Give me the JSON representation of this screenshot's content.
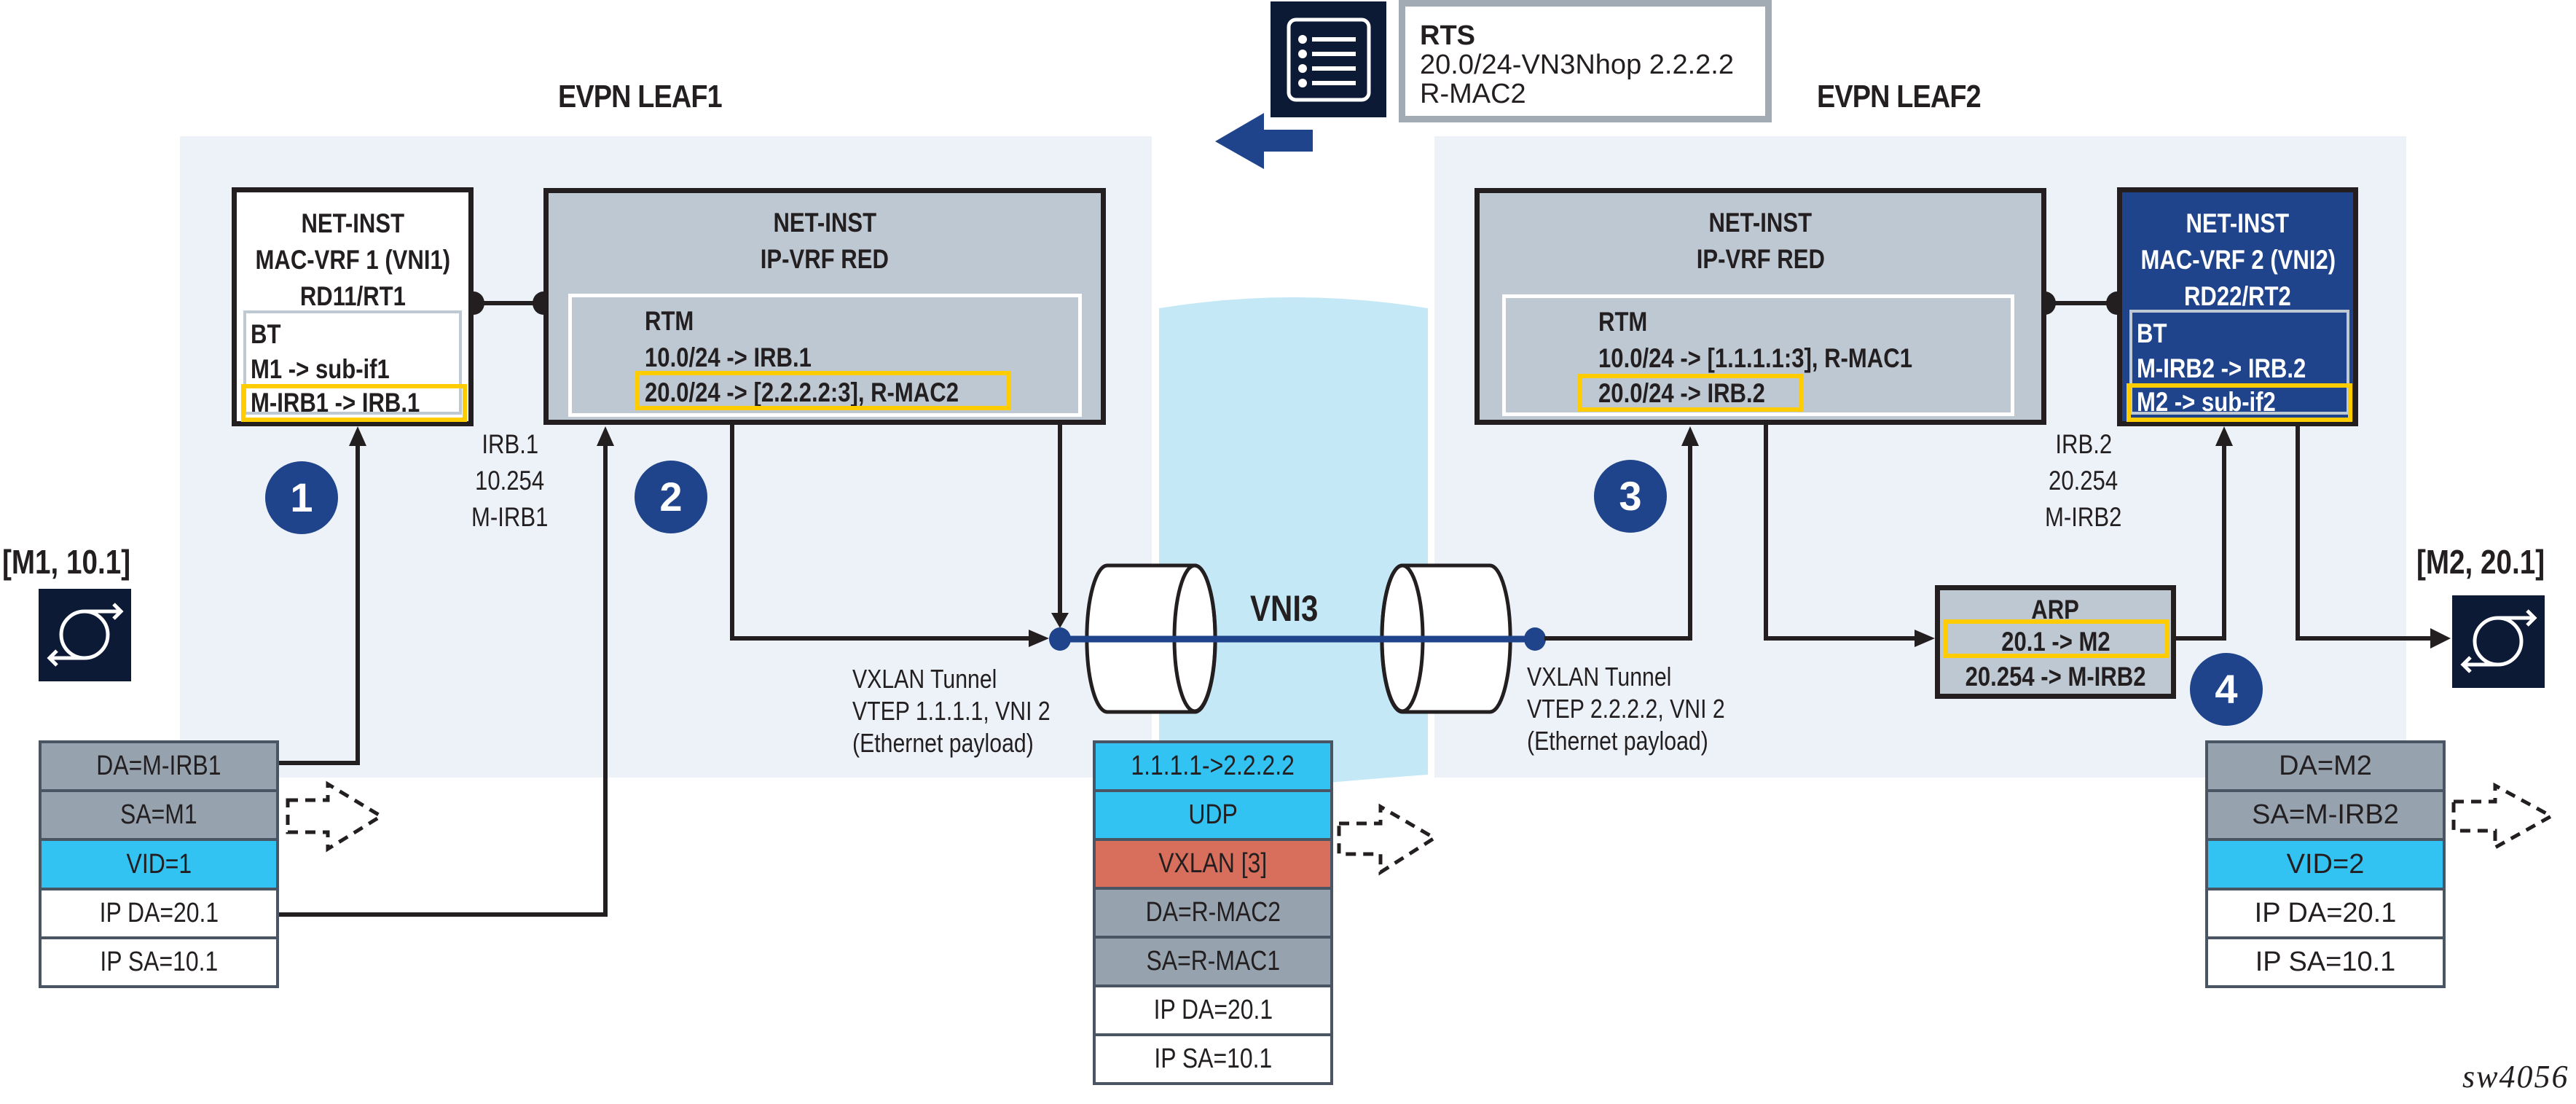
{
  "leaf1": {
    "title": "EVPN LEAF1",
    "mac_vrf": {
      "header": [
        "NET-INST",
        "MAC-VRF 1 (VNI1)",
        "RD11/RT1"
      ],
      "table_title": "BT",
      "entries": [
        "M1 -> sub-if1",
        "M-IRB1 -> IRB.1"
      ],
      "highlighted_entry": "M-IRB1 -> IRB.1"
    },
    "ip_vrf": {
      "header": [
        "NET-INST",
        "IP-VRF RED"
      ],
      "table_title": "RTM",
      "entries": [
        "10.0/24 -> IRB.1",
        "20.0/24 -> [2.2.2.2:3], R-MAC2"
      ],
      "highlighted_entry": "20.0/24 -> [2.2.2.2:3], R-MAC2"
    },
    "irb_label": [
      "IRB.1",
      "10.254",
      "M-IRB1"
    ],
    "tunnel_label": [
      "VXLAN Tunnel",
      "VTEP 1.1.1.1, VNI 2",
      "(Ethernet payload)"
    ]
  },
  "leaf2": {
    "title": "EVPN LEAF2",
    "ip_vrf": {
      "header": [
        "NET-INST",
        "IP-VRF RED"
      ],
      "table_title": "RTM",
      "entries": [
        "10.0/24 -> [1.1.1.1:3], R-MAC1",
        "20.0/24 -> IRB.2"
      ],
      "highlighted_entry": "20.0/24 -> IRB.2"
    },
    "mac_vrf": {
      "header": [
        "NET-INST",
        "MAC-VRF 2 (VNI2)",
        "RD22/RT2"
      ],
      "table_title": "BT",
      "entries": [
        "M-IRB2 -> IRB.2",
        "M2 -> sub-if2"
      ],
      "highlighted_entry": "M2 -> sub-if2"
    },
    "irb_label": [
      "IRB.2",
      "20.254",
      "M-IRB2"
    ],
    "arp": {
      "title": "ARP",
      "entries": [
        "20.1 -> M2",
        "20.254  -> M-IRB2"
      ],
      "highlighted_entry": "20.1 -> M2"
    },
    "tunnel_label": [
      "VXLAN Tunnel",
      "VTEP 2.2.2.2, VNI 2",
      "(Ethernet payload)"
    ]
  },
  "rts": {
    "icon": "list-icon",
    "title": "RTS",
    "lines": [
      "20.0/24-VN3Nhop 2.2.2.2",
      "R-MAC2"
    ],
    "arrow": "arrow-left-icon"
  },
  "tunnel": {
    "label": "VNI3"
  },
  "steps": [
    "1",
    "2",
    "3",
    "4"
  ],
  "hosts": {
    "left": {
      "label": "[M1, 10.1]",
      "icon": "host-exchange-icon"
    },
    "right": {
      "label": "[M2, 20.1]",
      "icon": "host-exchange-icon"
    }
  },
  "packets": {
    "left": [
      {
        "text": "DA=M-IRB1",
        "kind": "mac"
      },
      {
        "text": "SA=M1",
        "kind": "mac"
      },
      {
        "text": "VID=1",
        "kind": "vlan"
      },
      {
        "text": "IP DA=20.1",
        "kind": "ip"
      },
      {
        "text": "IP SA=10.1",
        "kind": "ip"
      }
    ],
    "middle": [
      {
        "text": "1.1.1.1->2.2.2.2",
        "kind": "outer-ip"
      },
      {
        "text": "UDP",
        "kind": "outer-ip"
      },
      {
        "text": "VXLAN [3]",
        "kind": "vxlan"
      },
      {
        "text": "DA=R-MAC2",
        "kind": "mac"
      },
      {
        "text": "SA=R-MAC1",
        "kind": "mac"
      },
      {
        "text": "IP DA=20.1",
        "kind": "ip"
      },
      {
        "text": "IP SA=10.1",
        "kind": "ip"
      }
    ],
    "right": [
      {
        "text": "DA=M2",
        "kind": "mac"
      },
      {
        "text": "SA=M-IRB2",
        "kind": "mac"
      },
      {
        "text": "VID=2",
        "kind": "vlan"
      },
      {
        "text": "IP DA=20.1",
        "kind": "ip"
      },
      {
        "text": "IP SA=10.1",
        "kind": "ip"
      }
    ]
  },
  "colors": {
    "panel": "#ecf2f7",
    "vrf_gray": "#bec8d2",
    "mac_vrf2_blue": "#1f448c",
    "highlight": "#ffcc00",
    "step_badge": "#1f448c",
    "tunnel_band": "#c5e8f7",
    "packet_mac": "#97a2af",
    "packet_vlan": "#33c3f3",
    "packet_vxlan": "#d86e5c",
    "icon_dark": "#0c1a36"
  },
  "figure_id": "sw4056"
}
